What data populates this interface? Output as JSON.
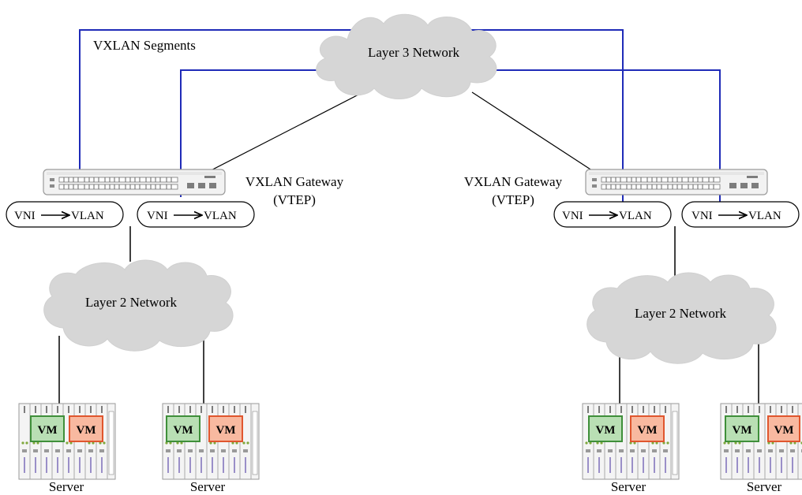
{
  "title_label": "VXLAN Segments",
  "layer3_label": "Layer 3 Network",
  "layer2_left_label": "Layer 2 Network",
  "layer2_right_label": "Layer 2 Network",
  "gateway_left": {
    "line1": "VXLAN Gateway",
    "line2": "(VTEP)"
  },
  "gateway_right": {
    "line1": "VXLAN Gateway",
    "line2": "(VTEP)"
  },
  "vni_boxes": [
    {
      "vni": "VNI",
      "vlan": "VLAN"
    },
    {
      "vni": "VNI",
      "vlan": "VLAN"
    },
    {
      "vni": "VNI",
      "vlan": "VLAN"
    },
    {
      "vni": "VNI",
      "vlan": "VLAN"
    }
  ],
  "servers": [
    {
      "label": "Server",
      "vm1": "VM",
      "vm2": "VM"
    },
    {
      "label": "Server",
      "vm1": "VM",
      "vm2": "VM"
    },
    {
      "label": "Server",
      "vm1": "VM",
      "vm2": "VM"
    },
    {
      "label": "Server",
      "vm1": "VM",
      "vm2": "VM"
    }
  ],
  "colors": {
    "segment_line": "#1f2bb8",
    "cloud_fill": "#d9d9d9",
    "vm_green": "#b9dfb4",
    "vm_green_border": "#3f8f3a",
    "vm_orange": "#f8b9a0",
    "vm_orange_border": "#e0562e"
  }
}
